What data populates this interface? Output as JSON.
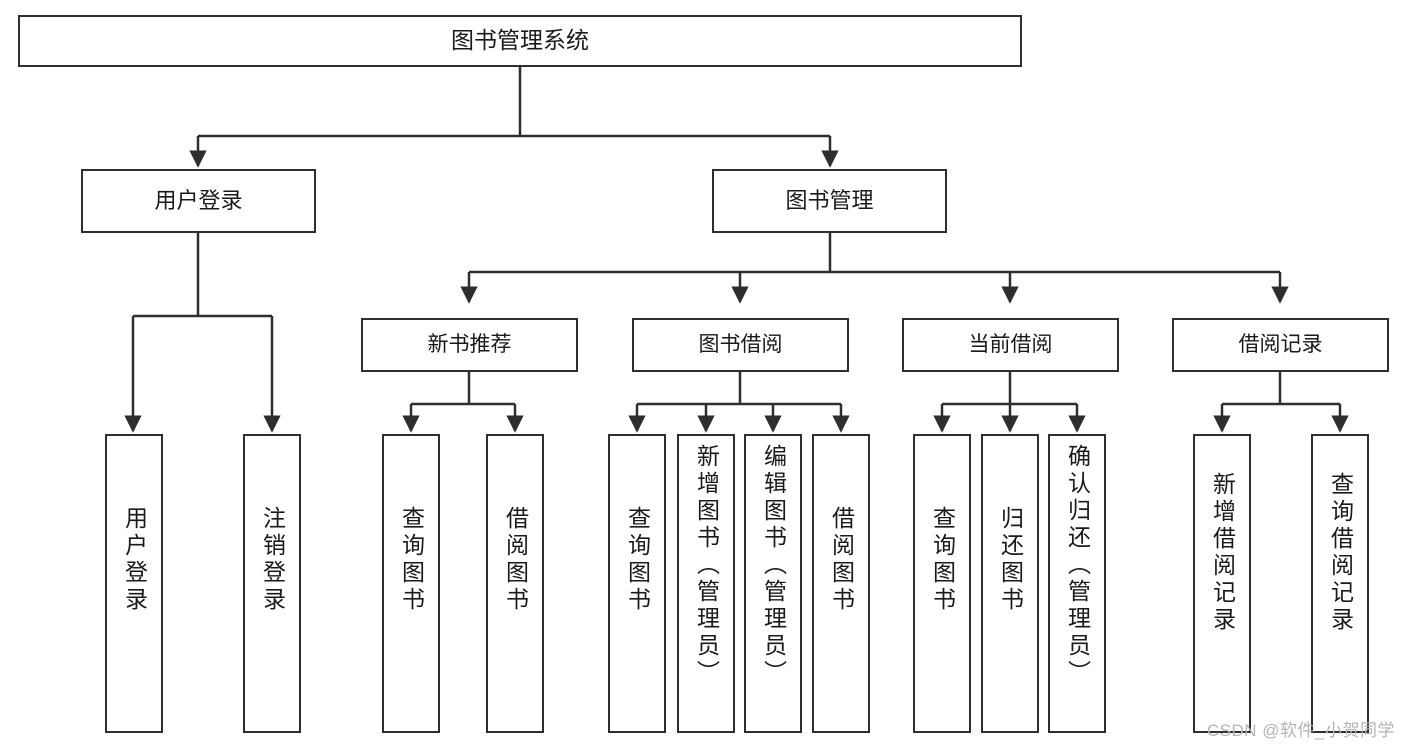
{
  "diagram": {
    "type": "tree-hierarchy",
    "title": "图书管理系统",
    "watermark": "CSDN @软件_小贺同学",
    "colors": {
      "stroke": "#2e2e2e",
      "fill": "#ffffff",
      "text": "#1a1a1a",
      "watermark": "#b4b4b4"
    },
    "levels": {
      "level0": [
        {
          "id": "root",
          "label": "图书管理系统"
        }
      ],
      "level1": [
        {
          "id": "user-login",
          "label": "用户登录"
        },
        {
          "id": "book-manage",
          "label": "图书管理"
        }
      ],
      "level2": [
        {
          "id": "new-book-recommend",
          "label": "新书推荐"
        },
        {
          "id": "book-borrow",
          "label": "图书借阅"
        },
        {
          "id": "current-borrow",
          "label": "当前借阅"
        },
        {
          "id": "borrow-record",
          "label": "借阅记录"
        }
      ],
      "level3": [
        {
          "id": "leaf-user-login",
          "label": "用户登录",
          "parent": "user-login"
        },
        {
          "id": "leaf-logout-login",
          "label": "注销登录",
          "parent": "user-login"
        },
        {
          "id": "leaf-query-book-1",
          "label": "查询图书",
          "parent": "new-book-recommend"
        },
        {
          "id": "leaf-borrow-book-1",
          "label": "借阅图书",
          "parent": "new-book-recommend"
        },
        {
          "id": "leaf-query-book-2",
          "label": "查询图书",
          "parent": "book-borrow"
        },
        {
          "id": "leaf-add-book",
          "label": "新增图书（管理员）",
          "parent": "book-borrow"
        },
        {
          "id": "leaf-edit-book",
          "label": "编辑图书（管理员）",
          "parent": "book-borrow"
        },
        {
          "id": "leaf-borrow-book-2",
          "label": "借阅图书",
          "parent": "book-borrow"
        },
        {
          "id": "leaf-query-book-3",
          "label": "查询图书",
          "parent": "current-borrow"
        },
        {
          "id": "leaf-return-book",
          "label": "归还图书",
          "parent": "current-borrow"
        },
        {
          "id": "leaf-confirm-return",
          "label": "确认归还（管理员）",
          "parent": "current-borrow"
        },
        {
          "id": "leaf-add-record",
          "label": "新增借阅记录",
          "parent": "borrow-record"
        },
        {
          "id": "leaf-query-record",
          "label": "查询借阅记录",
          "parent": "borrow-record"
        }
      ]
    }
  }
}
